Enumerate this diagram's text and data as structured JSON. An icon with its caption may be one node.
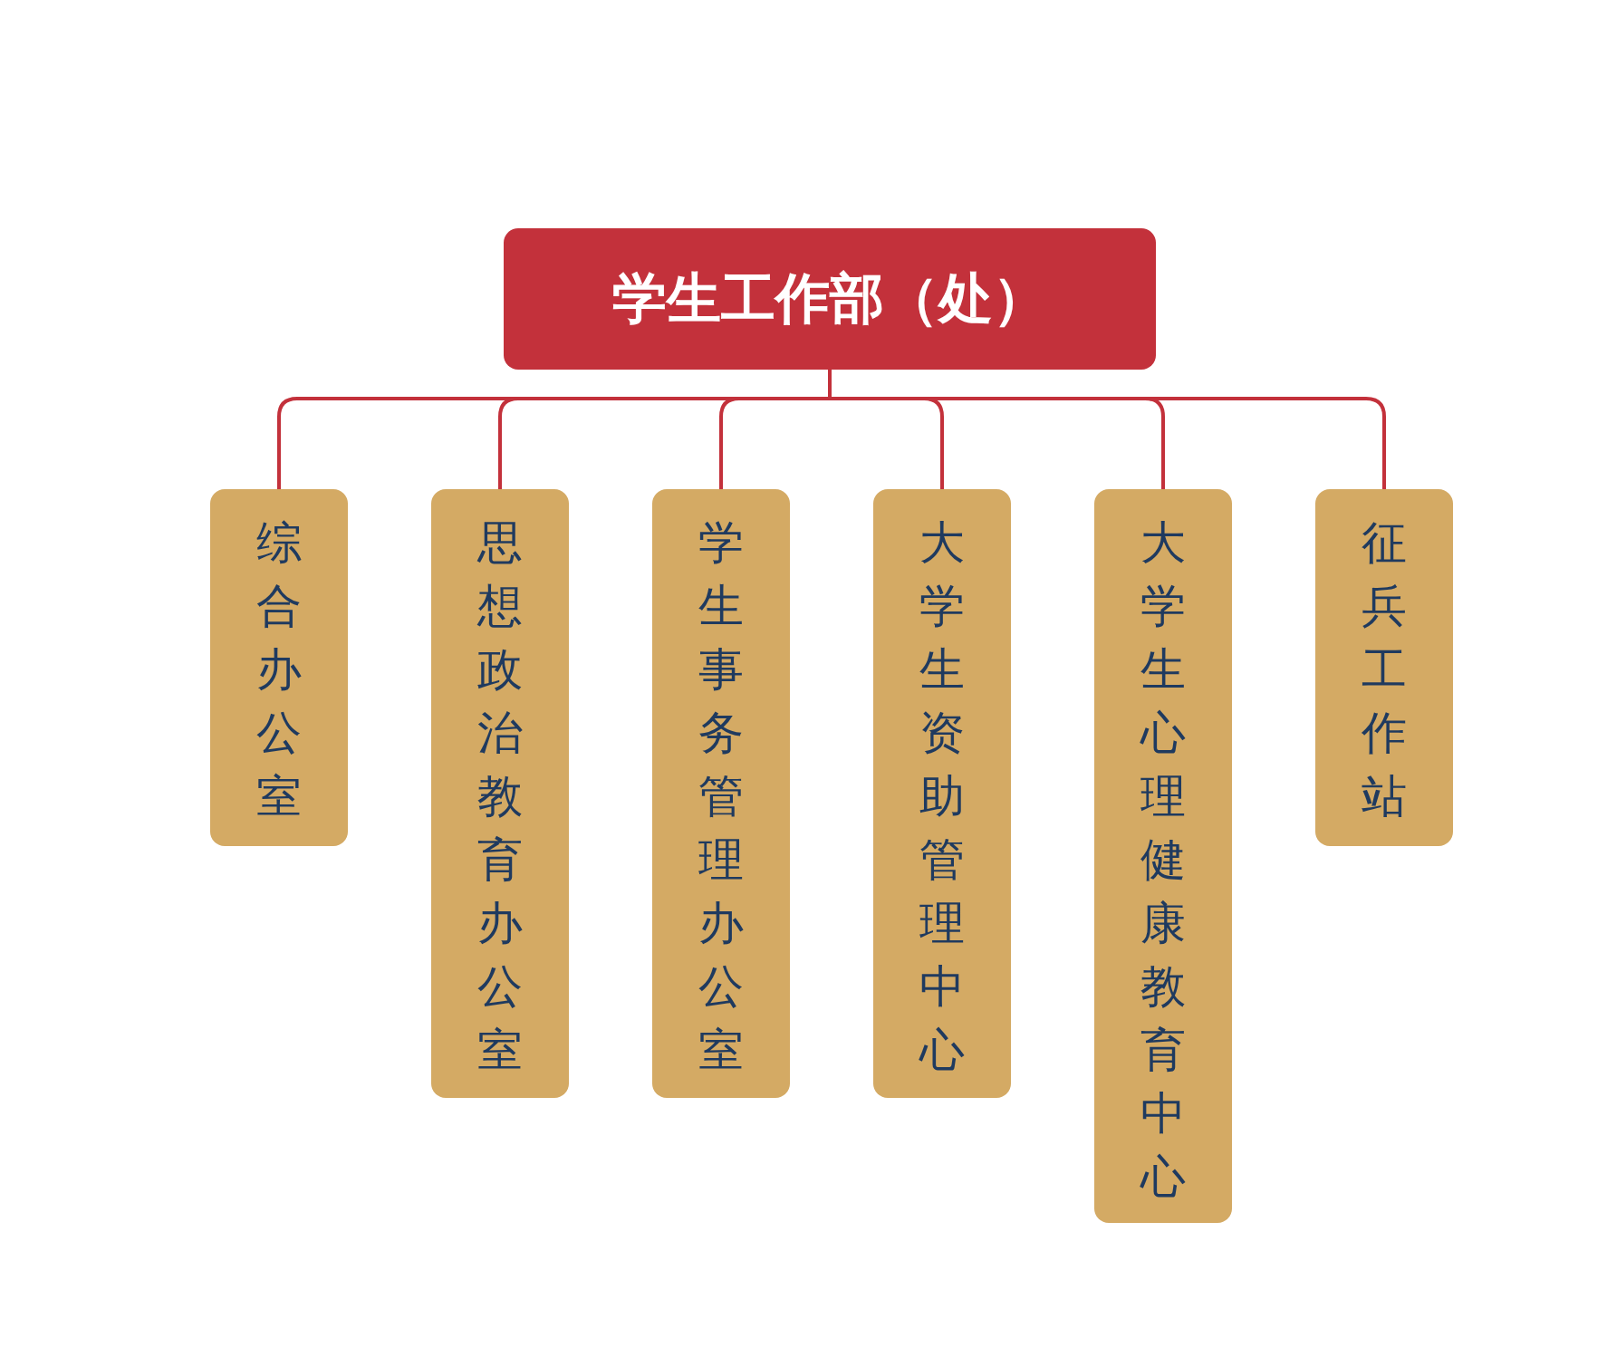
{
  "diagram": {
    "nodes": [
      {
        "text": [
          "学生工作部（处）"
        ]
      },
      {
        "text": [
          "综合办公室"
        ]
      },
      {
        "text": [
          "思想政治教育办公室"
        ]
      },
      {
        "text": [
          "学生事务管理办公室"
        ]
      },
      {
        "text": [
          "大学生资助管理中心"
        ]
      },
      {
        "text": [
          "大学生心理健康教育中心"
        ]
      },
      {
        "text": [
          "征兵工作站"
        ]
      }
    ],
    "edges": [
      {
        "from": 0,
        "to": 1,
        "arrow": "none"
      },
      {
        "from": 0,
        "to": 2,
        "arrow": "none"
      },
      {
        "from": 0,
        "to": 3,
        "arrow": "none"
      },
      {
        "from": 0,
        "to": 4,
        "arrow": "none"
      },
      {
        "from": 0,
        "to": 5,
        "arrow": "none"
      },
      {
        "from": 0,
        "to": 6,
        "arrow": "none"
      }
    ]
  }
}
